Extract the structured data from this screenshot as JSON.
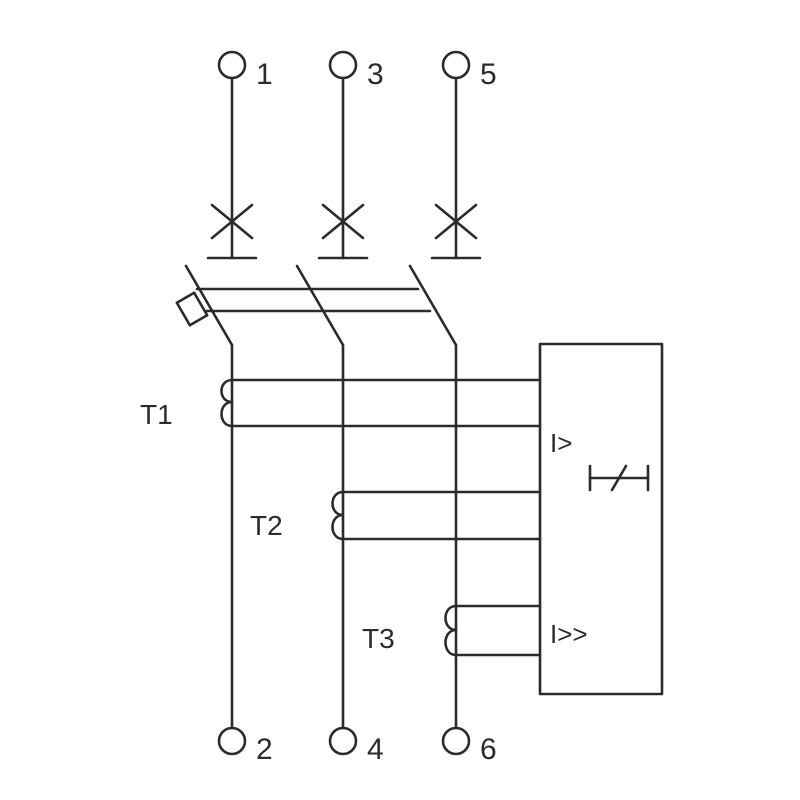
{
  "terminals": {
    "top": [
      "1",
      "3",
      "5"
    ],
    "bottom": [
      "2",
      "4",
      "6"
    ]
  },
  "transformers": [
    "T1",
    "T2",
    "T3"
  ],
  "relay": {
    "overload_label": "I>",
    "shortcircuit_label": "I>>"
  },
  "colors": {
    "line": "#2b2b2b",
    "background": "#ffffff"
  }
}
